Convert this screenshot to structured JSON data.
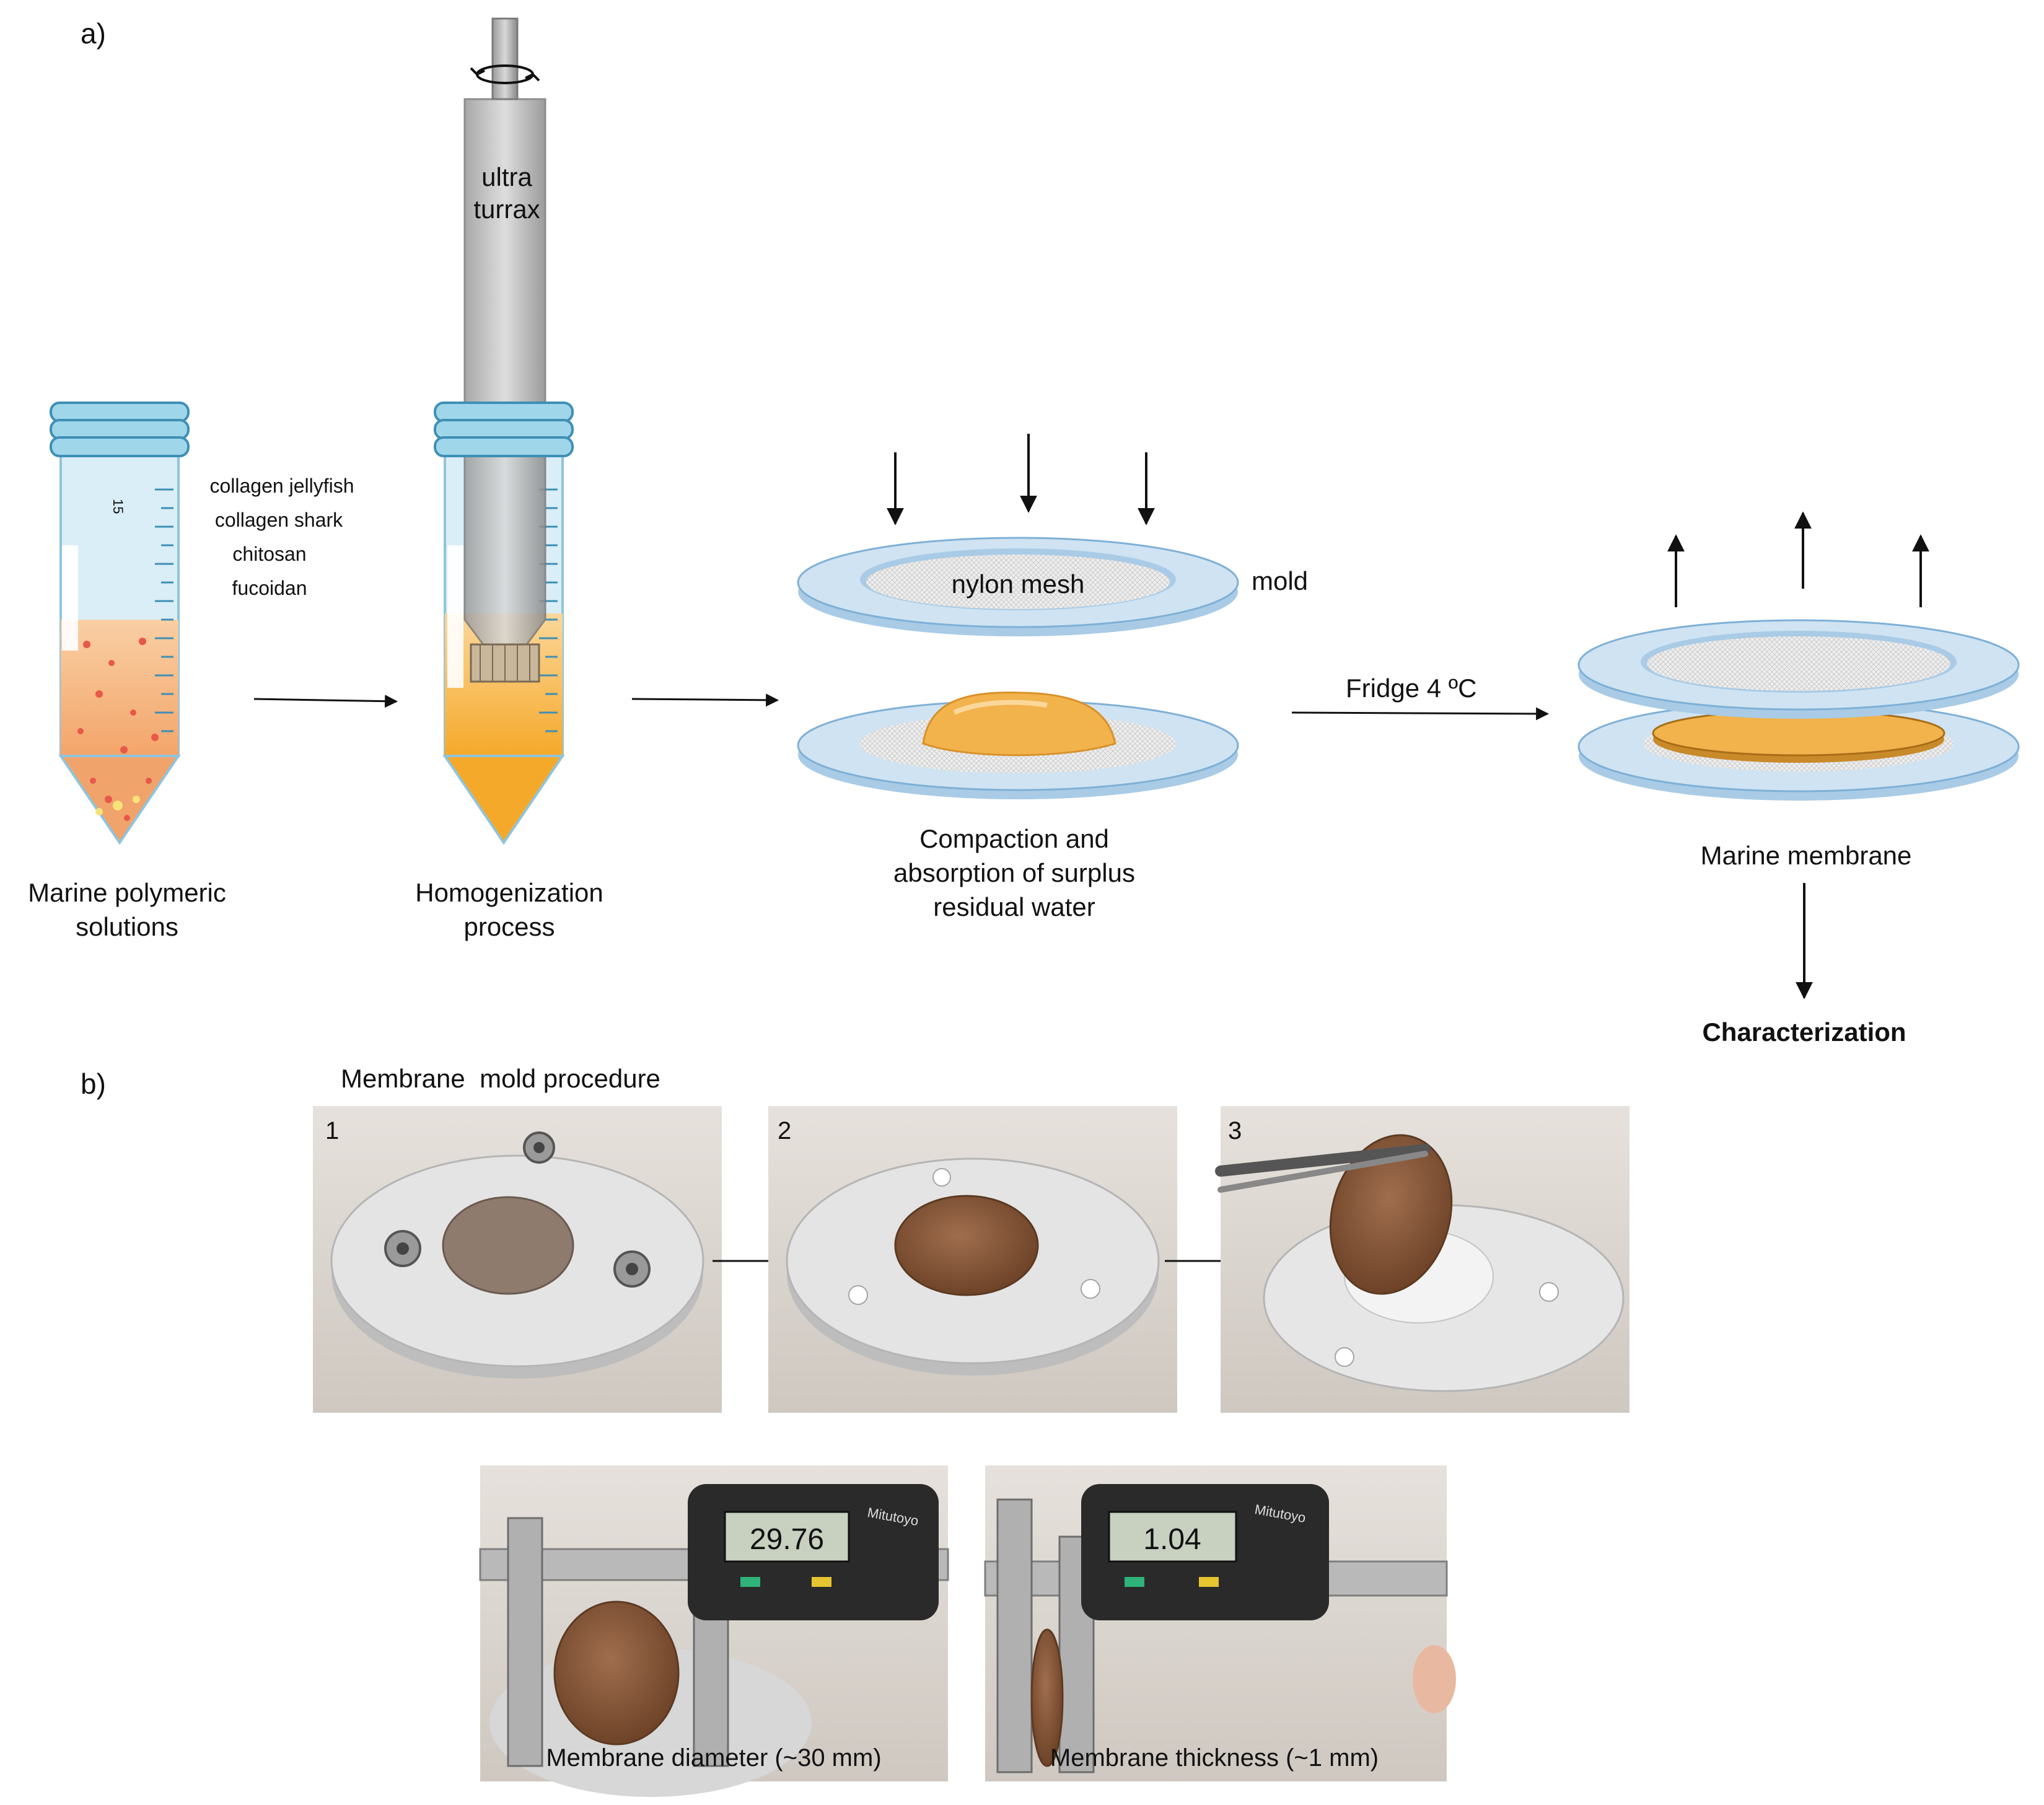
{
  "panel_a": {
    "label": "a)",
    "tube_list": [
      "collagen jellyfish",
      "collagen shark",
      "chitosan",
      "fucoidan"
    ],
    "tube_mark": "15",
    "step1_caption": [
      "Marine polymeric",
      "solutions"
    ],
    "homogenizer_label": [
      "ultra",
      "turrax"
    ],
    "step2_caption": [
      "Homogenization",
      "process"
    ],
    "mesh_label": "nylon mesh",
    "mold_label": "mold",
    "step3_caption": [
      "Compaction and",
      "absorption of surplus",
      "residual water"
    ],
    "fridge_label": "Fridge 4 ºC",
    "step4_caption": "Marine membrane",
    "final_label": "Characterization"
  },
  "panel_b": {
    "label": "b)",
    "title": "Membrane  mold procedure",
    "photo_numbers": [
      "1",
      "2",
      "3"
    ],
    "caliper_brand": "Mitutoyo",
    "diameter_reading": "29.76",
    "thickness_reading": "1.04",
    "diameter_caption": "Membrane diameter (~30 mm)",
    "thickness_caption": "Membrane thickness (~1 mm)"
  },
  "colors": {
    "dish_blue": "#cfe3f2",
    "dish_edge": "#7fb0d6",
    "gel_orange": "#f2b24c",
    "membrane_brown": "#8c5a3c",
    "tube_cap": "#6fc3df"
  }
}
